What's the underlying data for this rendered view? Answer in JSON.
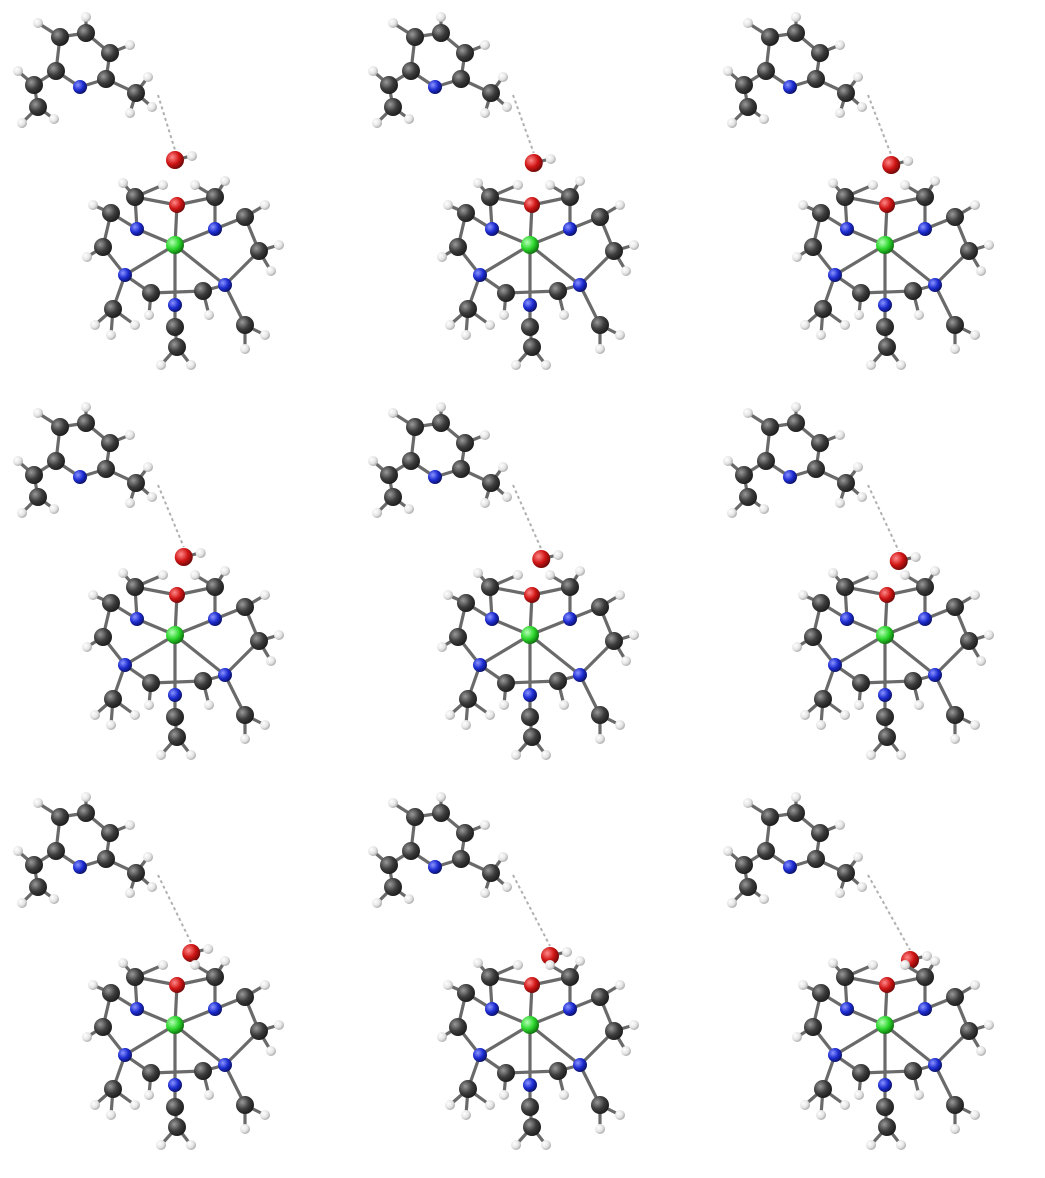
{
  "colors": {
    "carbon": "#3c3c3c",
    "hydrogen": "#e4e4e4",
    "nitrogen": "#1c2bd0",
    "oxygen": "#d01414",
    "metal": "#2bd62b",
    "background": "#ffffff"
  },
  "grid": {
    "rows": 3,
    "columns": 3
  },
  "panels": [
    {
      "id": "r1c1",
      "water_shift": 0.0
    },
    {
      "id": "r1c2",
      "water_shift": 0.15
    },
    {
      "id": "r1c3",
      "water_shift": 0.25
    },
    {
      "id": "r2c1",
      "water_shift": 0.35
    },
    {
      "id": "r2c2",
      "water_shift": 0.45
    },
    {
      "id": "r2c3",
      "water_shift": 0.55
    },
    {
      "id": "r3c1",
      "water_shift": 0.65
    },
    {
      "id": "r3c2",
      "water_shift": 0.8
    },
    {
      "id": "r3c3",
      "water_shift": 1.0
    }
  ]
}
